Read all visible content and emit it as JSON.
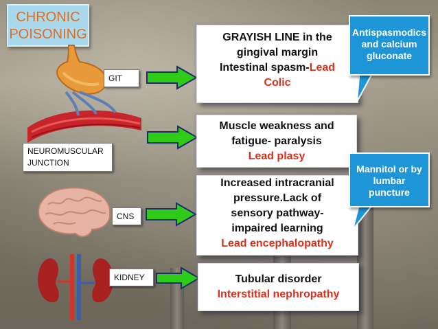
{
  "title": {
    "line1": "CHRONIC",
    "line2": "POISONING"
  },
  "labels": {
    "git": "GIT",
    "nmj_line1": "NEUROMUSCULAR",
    "nmj_line2": "JUNCTION",
    "cns": "CNS",
    "kidney": "KIDNEY"
  },
  "boxes": {
    "git": {
      "line1": "GRAYISH LINE in the",
      "line2": "gingival margin",
      "line3": "Intestinal spasm-",
      "line3_red": "Lead",
      "line4_red": "Colic"
    },
    "nmj": {
      "line1": "Muscle weakness and",
      "line2": "fatigue- paralysis",
      "line3_red": "Lead plasy"
    },
    "cns": {
      "line1": "Increased intracranial",
      "line2": "pressure.Lack of",
      "line3": "sensory pathway-",
      "line4": "impaired learning",
      "line5_red": "Lead encephalopathy"
    },
    "kidney": {
      "line1": "Tubular disorder",
      "line2_red": "Interstitial nephropathy"
    }
  },
  "callouts": {
    "top": {
      "line1": "Antispasmodics",
      "line2": "and calcium",
      "line3": "gluconate"
    },
    "mid": {
      "line1": "Mannitol or by",
      "line2": "lumbar",
      "line3": "puncture"
    }
  },
  "colors": {
    "title_text": "#e36b1e",
    "title_bg": "#a8d9ec",
    "arrow_fill": "#2ecc18",
    "red_text": "#d9301c",
    "callout_bg": "#1e95d6"
  },
  "icons": [
    "stomach-icon",
    "muscle-nerve-icon",
    "brain-icon",
    "kidney-icon"
  ]
}
